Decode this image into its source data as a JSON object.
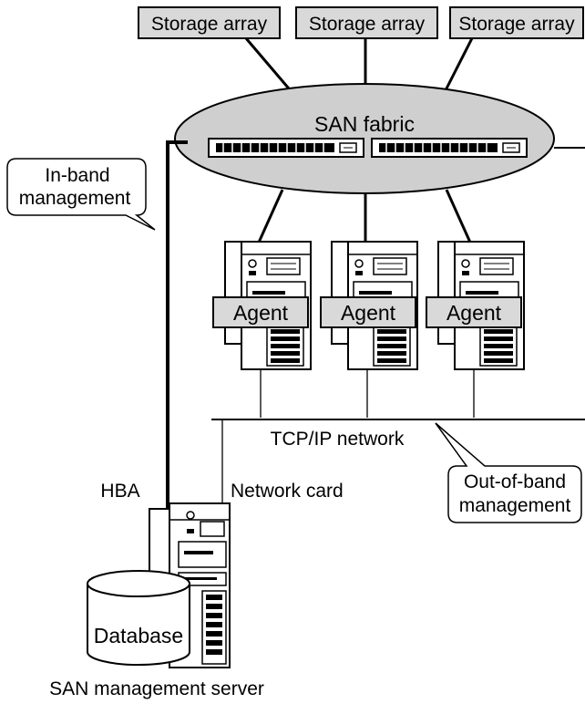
{
  "storage_arrays": [
    "Storage array",
    "Storage array",
    "Storage array"
  ],
  "fabric_label": "SAN fabric",
  "agents": [
    "Agent",
    "Agent",
    "Agent"
  ],
  "in_band_callout": [
    "In-band",
    "management"
  ],
  "out_of_band_callout": [
    "Out-of-band",
    "management"
  ],
  "network_label": "TCP/IP network",
  "hba_label": "HBA",
  "network_card_label": "Network card",
  "database_label": "Database",
  "server_caption": "SAN management server",
  "colors": {
    "box_fill": "#d9d9d9",
    "fabric_fill": "#cfcfcf",
    "line": "#000000"
  }
}
